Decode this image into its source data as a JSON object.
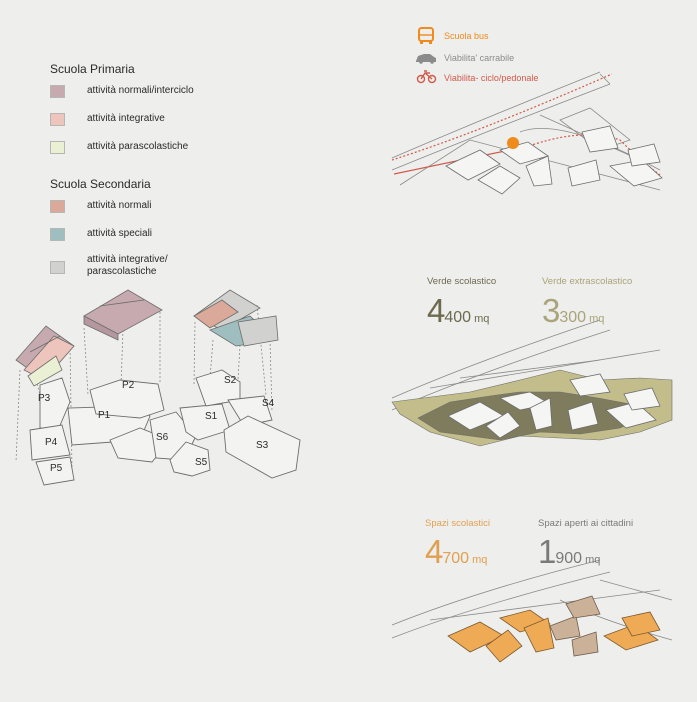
{
  "legend": {
    "primaria": {
      "title": "Scuola Primaria",
      "items": [
        {
          "label": "attività normali/interciclo",
          "color": "#c6aab0"
        },
        {
          "label": "attività integrative",
          "color": "#eec5bc"
        },
        {
          "label": "attività parascolastiche",
          "color": "#eaf0d4"
        }
      ]
    },
    "secondaria": {
      "title": "Scuola Secondaria",
      "items": [
        {
          "label": "attività normali",
          "color": "#dba99a"
        },
        {
          "label": "attività speciali",
          "color": "#9fbec0"
        },
        {
          "label": "attività integrative/",
          "label2": "parascolastiche",
          "color": "#d1d1cf"
        }
      ]
    }
  },
  "buildings": {
    "P1": "P1",
    "P2": "P2",
    "P3": "P3",
    "P4": "P4",
    "P5": "P5",
    "S1": "S1",
    "S2": "S2",
    "S3": "S3",
    "S4": "S4",
    "S5": "S5",
    "S6": "S6"
  },
  "mobility": {
    "bus": {
      "label": "Scuola bus",
      "color": "#ef8a1c",
      "icon": "bus-icon"
    },
    "car": {
      "label": "Viabilita' carrabile",
      "color": "#8b8b8b",
      "icon": "car-icon"
    },
    "bike": {
      "label": "Viabilita- ciclo/pedonale",
      "color": "#d05a4b",
      "icon": "bicycle-icon"
    }
  },
  "green": {
    "school": {
      "label": "Verde scolastico",
      "first": "4",
      "rest": "400",
      "unit": " mq",
      "color": "#6d6a50"
    },
    "extra": {
      "label": "Verde extrascolastico",
      "first": "3",
      "rest": "300",
      "unit": " mq",
      "color": "#a9a47a"
    }
  },
  "spaces": {
    "school": {
      "label": "Spazi scolastici",
      "first": "4",
      "rest": "700",
      "unit": " mq",
      "color": "#e0a052"
    },
    "public": {
      "label": "Spazi aperti ai cittadini",
      "first": "1",
      "rest": "900",
      "unit": " mq",
      "color": "#7a7a78"
    }
  },
  "colors": {
    "line": "#777777",
    "green_dark": "#7f7c5d",
    "green_light": "#c2bd8a",
    "orange": "#efaa56",
    "tan": "#cbb198"
  }
}
